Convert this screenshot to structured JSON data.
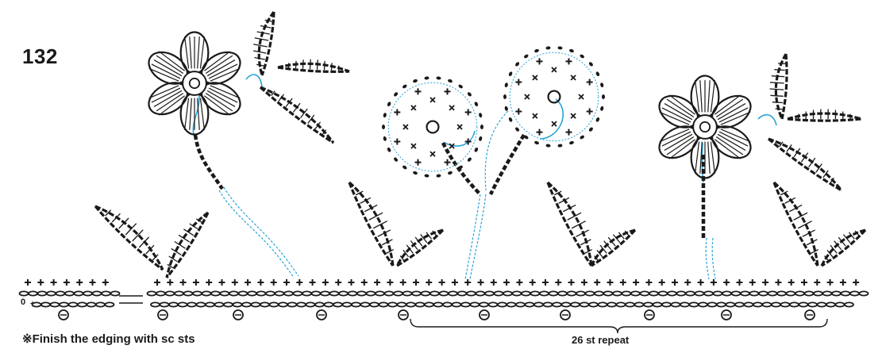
{
  "pattern_number": "132",
  "footnote": "※Finish the edging with sc sts",
  "repeat_label": "26 st repeat",
  "colors": {
    "ink": "#1a1a1a",
    "guide": "#29a3d6"
  },
  "symbols": [
    "sc-plus",
    "ch-oval",
    "dc-stitch",
    "picot",
    "slip-stitch"
  ]
}
